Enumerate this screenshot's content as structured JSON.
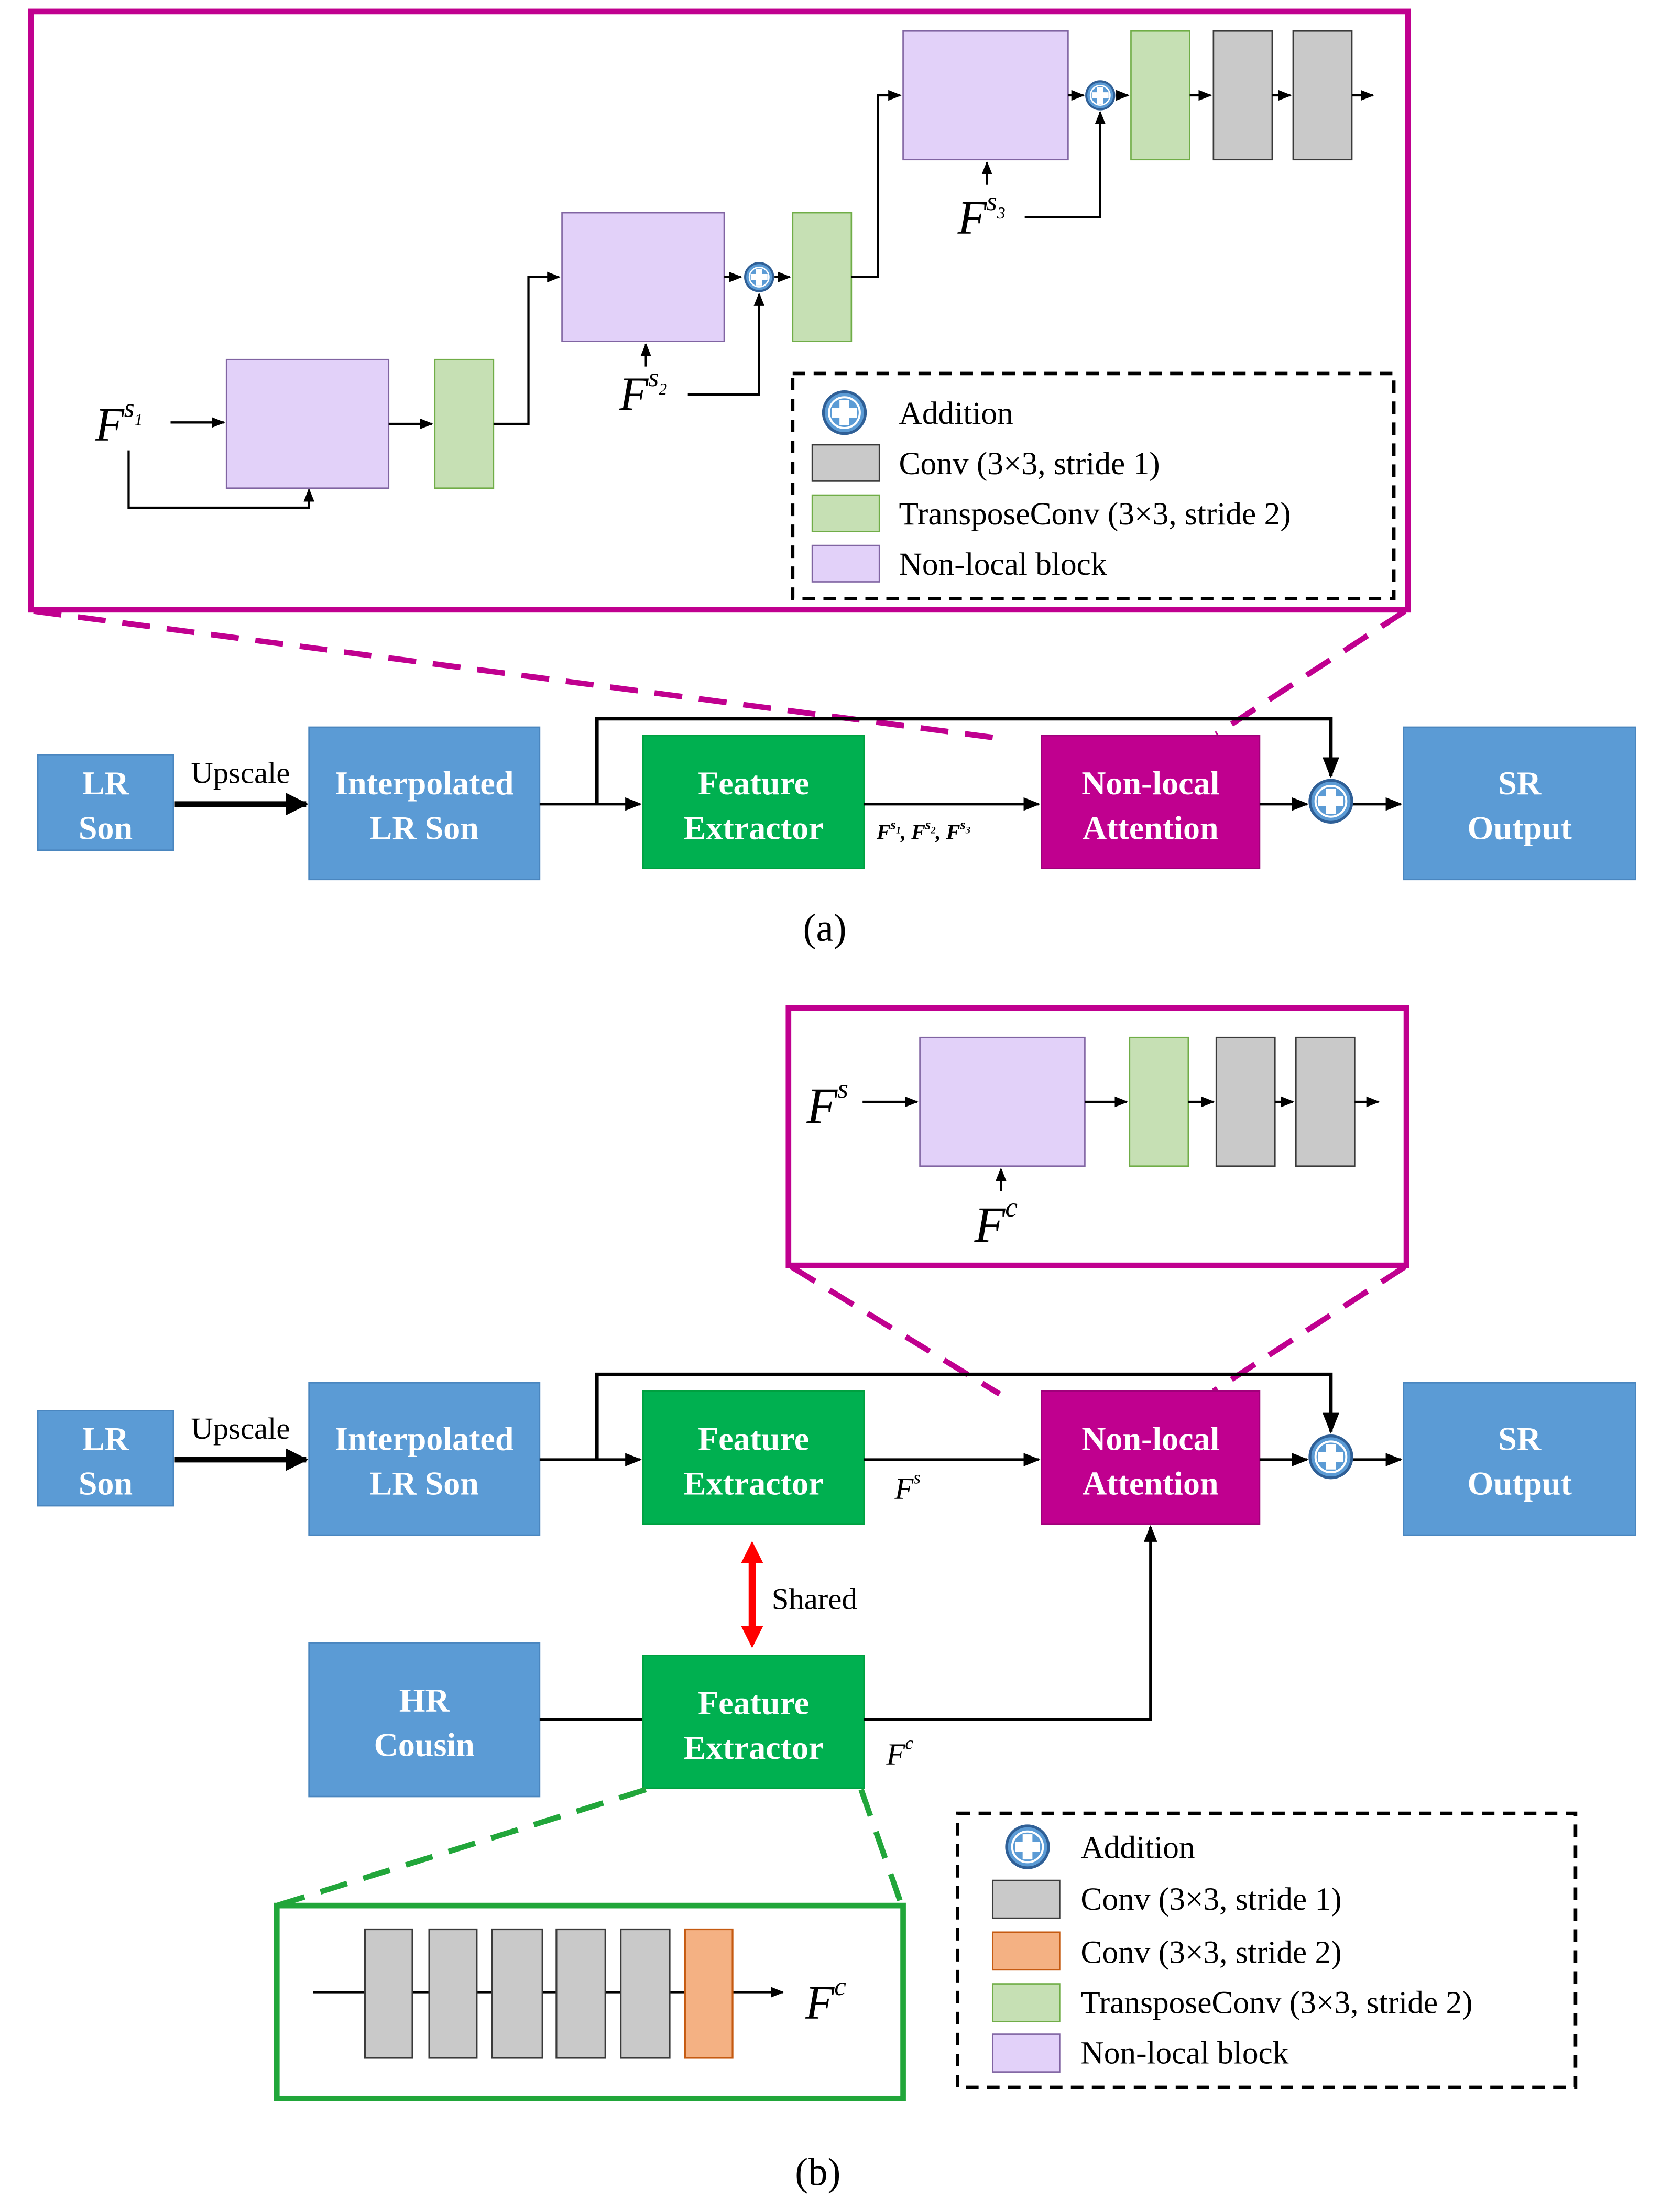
{
  "colors": {
    "blue_box": "#5b9bd5",
    "blue_border": "#4a86bf",
    "green_box": "#00b050",
    "magenta_box": "#c0008f",
    "magenta_frame": "#c0008f",
    "green_frame": "#21a63a",
    "conv": "#c9c9c9",
    "transpose": "#c6e0b4",
    "transpose_border": "#70ad47",
    "nonlocal": "#e2d1f9",
    "nonlocal_border": "#8064a2",
    "conv_s2": "#f4b183",
    "conv_s2_border": "#c55a11",
    "plus_fill": "#5b9bd5",
    "arrow_red": "#ff0000"
  },
  "icons": {
    "addition": "plus-circle-icon"
  },
  "panel_a": {
    "caption": "(a)",
    "lr_son": [
      "LR",
      "Son"
    ],
    "upscale": "Upscale",
    "interp": [
      "Interpolated",
      "LR Son"
    ],
    "feature": [
      "Feature",
      "Extractor"
    ],
    "features_label": "F^s1, F^s2, F^s3",
    "nonlocal": [
      "Non-local",
      "Attention"
    ],
    "sr_output": [
      "SR",
      "Output"
    ],
    "inset": {
      "f1": "F",
      "f1_sup": "s",
      "f1_sub": "1",
      "f2": "F",
      "f2_sup": "s",
      "f2_sub": "2",
      "f3": "F",
      "f3_sup": "s",
      "f3_sub": "3"
    },
    "legend": {
      "addition": "Addition",
      "conv1": "Conv (3×3, stride 1)",
      "transpose": "TransposeConv (3×3, stride 2)",
      "nonlocal": "Non-local block"
    }
  },
  "panel_b": {
    "caption": "(b)",
    "lr_son": [
      "LR",
      "Son"
    ],
    "upscale": "Upscale",
    "interp": [
      "Interpolated",
      "LR Son"
    ],
    "feature": [
      "Feature",
      "Extractor"
    ],
    "fs_label": "F",
    "fs_sup": "s",
    "nonlocal": [
      "Non-local",
      "Attention"
    ],
    "sr_output": [
      "SR",
      "Output"
    ],
    "shared": "Shared",
    "hr_cousin": [
      "HR",
      "Cousin"
    ],
    "feature2": [
      "Feature",
      "Extractor"
    ],
    "fc_label": "F",
    "fc_sup": "c",
    "inset": {
      "fs": "F",
      "fs_sup": "s",
      "fc": "F",
      "fc_sup": "c"
    },
    "green_inset": {
      "fc": "F",
      "fc_sup": "c"
    },
    "legend": {
      "addition": "Addition",
      "conv1": "Conv (3×3, stride 1)",
      "conv2": "Conv (3×3, stride 2)",
      "transpose": "TransposeConv (3×3, stride 2)",
      "nonlocal": "Non-local block"
    }
  }
}
